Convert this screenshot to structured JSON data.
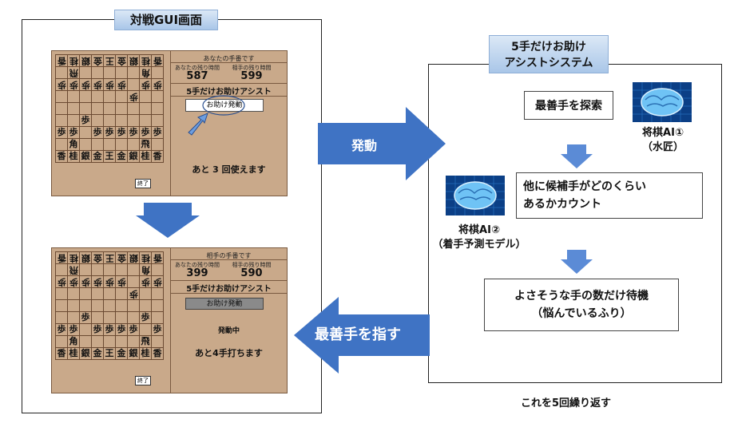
{
  "left_panel": {
    "title": "対戦GUI画面"
  },
  "right_panel": {
    "title_line1": "5手だけお助け",
    "title_line2": "アシストシステム",
    "footer": "これを5回繰り返す"
  },
  "arrows": {
    "activate": "発動",
    "best_move": "最善手を指す"
  },
  "gui_top": {
    "turn": "あなたの手番です",
    "your_time_label": "あなたの残り時間",
    "opp_time_label": "相手の残り時間",
    "your_time": "587",
    "opp_time": "599",
    "assist_title": "5手だけお助けアシスト",
    "assist_button": "お助け発動",
    "status": "",
    "remaining": "あと 3 回使えます",
    "end_button": "終了"
  },
  "gui_bottom": {
    "turn": "相手の手番です",
    "your_time_label": "あなたの残り時間",
    "opp_time_label": "相手の残り時間",
    "your_time": "399",
    "opp_time": "590",
    "assist_title": "5手だけお助けアシスト",
    "assist_button": "お助け発動",
    "status": "発動中",
    "remaining": "あと4手打ちます",
    "end_button": "終了"
  },
  "boards": {
    "top": [
      [
        "香",
        "桂",
        "銀",
        "金",
        "王",
        "金",
        "銀",
        "桂",
        "香"
      ],
      [
        "",
        "飛",
        "",
        "",
        "",
        "",
        "",
        "角",
        ""
      ],
      [
        "歩",
        "歩",
        "歩",
        "歩",
        "歩",
        "歩",
        "",
        "歩",
        "歩"
      ],
      [
        "",
        "",
        "",
        "",
        "",
        "",
        "歩",
        "",
        ""
      ],
      [
        "",
        "",
        "",
        "",
        "",
        "",
        "",
        "",
        ""
      ],
      [
        "",
        "",
        "歩",
        "",
        "",
        "",
        "",
        "",
        ""
      ],
      [
        "歩",
        "歩",
        "",
        "歩",
        "歩",
        "歩",
        "歩",
        "歩",
        "歩"
      ],
      [
        "",
        "角",
        "",
        "",
        "",
        "",
        "",
        "飛",
        ""
      ],
      [
        "香",
        "桂",
        "銀",
        "金",
        "王",
        "金",
        "銀",
        "桂",
        "香"
      ]
    ],
    "top_inverted_rows": [
      0,
      1,
      2,
      3
    ],
    "bottom": [
      [
        "香",
        "桂",
        "銀",
        "金",
        "王",
        "金",
        "銀",
        "桂",
        "香"
      ],
      [
        "",
        "飛",
        "",
        "",
        "",
        "",
        "",
        "角",
        ""
      ],
      [
        "歩",
        "歩",
        "歩",
        "歩",
        "歩",
        "歩",
        "",
        "歩",
        "歩"
      ],
      [
        "",
        "",
        "",
        "",
        "",
        "",
        "歩",
        "",
        ""
      ],
      [
        "",
        "",
        "",
        "",
        "",
        "",
        "",
        "",
        ""
      ],
      [
        "",
        "",
        "歩",
        "",
        "",
        "",
        "",
        "歩",
        ""
      ],
      [
        "歩",
        "歩",
        "",
        "歩",
        "歩",
        "歩",
        "歩",
        "",
        "歩"
      ],
      [
        "",
        "角",
        "",
        "",
        "",
        "",
        "",
        "飛",
        ""
      ],
      [
        "香",
        "桂",
        "銀",
        "金",
        "王",
        "金",
        "銀",
        "桂",
        "香"
      ]
    ],
    "bottom_inverted_rows": [
      0,
      1,
      2,
      3
    ]
  },
  "steps": {
    "search": "最善手を探索",
    "count_line1": "他に候補手がどのくらい",
    "count_line2": "あるかカウント",
    "wait_line1": "よさそうな手の数だけ待機",
    "wait_line2": "（悩んでいるふり）"
  },
  "ai1": {
    "line1": "将棋AI①",
    "line2": "（水匠）"
  },
  "ai2": {
    "line1": "将棋AI②",
    "line2": "（着手予測モデル）"
  },
  "colors": {
    "arrow": "#3f73c4",
    "arrow_text": "#ffffff",
    "gui_bg": "#c9a98a",
    "title_grad_bottom": "#a9c6e8"
  }
}
